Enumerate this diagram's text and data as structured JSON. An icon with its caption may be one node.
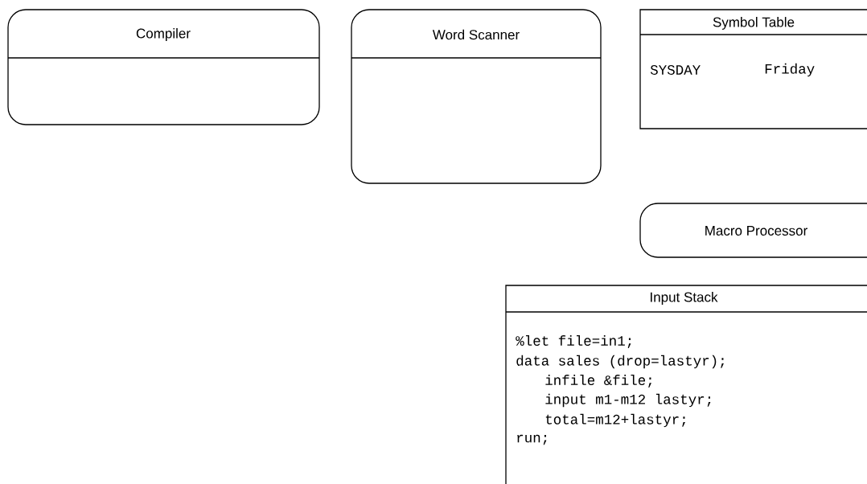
{
  "diagram": {
    "nodes": [
      {
        "text": [
          "Compiler"
        ]
      },
      {
        "text": [
          "Word Scanner"
        ]
      },
      {
        "text": [
          "Symbol Table",
          "SYSDAY",
          "Friday"
        ]
      },
      {
        "text": [
          "Macro Processor"
        ]
      },
      {
        "text": [
          "Input Stack",
          "%let file=in1;",
          "data sales (drop=lastyr);",
          "infile &file;",
          "input m1-m12 lastyr;",
          "total=m12+lastyr;",
          "run;"
        ]
      }
    ]
  }
}
